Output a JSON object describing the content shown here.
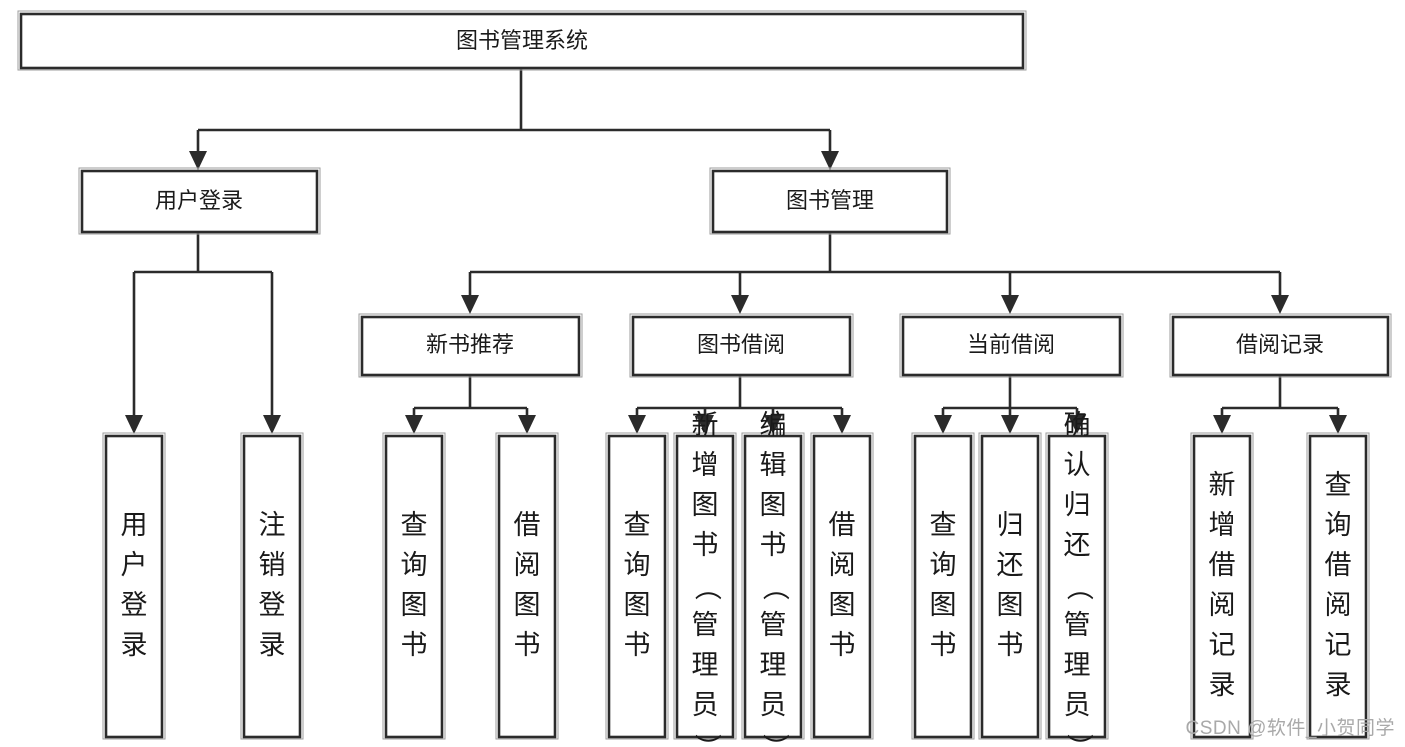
{
  "diagram": {
    "title": "图书管理系统",
    "type": "hierarchy-tree",
    "root": {
      "id": "root",
      "label": "图书管理系统",
      "orientation": "horizontal"
    },
    "level2": [
      {
        "id": "user-login",
        "label": "用户登录",
        "orientation": "horizontal"
      },
      {
        "id": "book-manage",
        "label": "图书管理",
        "orientation": "horizontal"
      }
    ],
    "level3": [
      {
        "id": "new-book-recommend",
        "label": "新书推荐",
        "orientation": "horizontal",
        "parent": "book-manage"
      },
      {
        "id": "book-borrow",
        "label": "图书借阅",
        "orientation": "horizontal",
        "parent": "book-manage"
      },
      {
        "id": "current-borrow",
        "label": "当前借阅",
        "orientation": "horizontal",
        "parent": "book-manage"
      },
      {
        "id": "borrow-record",
        "label": "借阅记录",
        "orientation": "horizontal",
        "parent": "book-manage"
      }
    ],
    "leaves": [
      {
        "id": "leaf-user-login",
        "label": "用户登录",
        "orientation": "vertical",
        "parent": "user-login"
      },
      {
        "id": "leaf-logout-login",
        "label": "注销登录",
        "orientation": "vertical",
        "parent": "user-login"
      },
      {
        "id": "leaf-query-book-1",
        "label": "查询图书",
        "orientation": "vertical",
        "parent": "new-book-recommend"
      },
      {
        "id": "leaf-borrow-book-1",
        "label": "借阅图书",
        "orientation": "vertical",
        "parent": "new-book-recommend"
      },
      {
        "id": "leaf-query-book-2",
        "label": "查询图书",
        "orientation": "vertical",
        "parent": "book-borrow"
      },
      {
        "id": "leaf-add-book",
        "label": "新增图书（管理员）",
        "orientation": "vertical",
        "parent": "book-borrow"
      },
      {
        "id": "leaf-edit-book",
        "label": "编辑图书（管理员）",
        "orientation": "vertical",
        "parent": "book-borrow"
      },
      {
        "id": "leaf-borrow-book-2",
        "label": "借阅图书",
        "orientation": "vertical",
        "parent": "book-borrow"
      },
      {
        "id": "leaf-query-book-3",
        "label": "查询图书",
        "orientation": "vertical",
        "parent": "current-borrow"
      },
      {
        "id": "leaf-return-book",
        "label": "归还图书",
        "orientation": "vertical",
        "parent": "current-borrow"
      },
      {
        "id": "leaf-confirm-return",
        "label": "确认归还（管理员）",
        "orientation": "vertical",
        "parent": "current-borrow"
      },
      {
        "id": "leaf-add-borrow-record",
        "label": "新增借阅记录",
        "orientation": "vertical",
        "parent": "borrow-record"
      },
      {
        "id": "leaf-query-borrow-record",
        "label": "查询借阅记录",
        "orientation": "vertical",
        "parent": "borrow-record"
      }
    ],
    "colors": {
      "stroke": "#2b2b2b",
      "fill": "#ffffff",
      "text": "#1a1a1a",
      "watermark": "#a9a9a9"
    }
  },
  "watermark": {
    "text": "CSDN @软件_小贺同学"
  }
}
